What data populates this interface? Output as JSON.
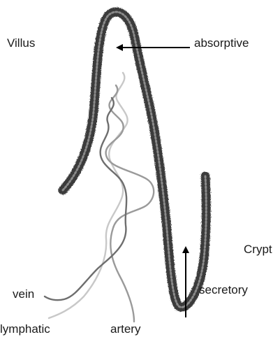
{
  "labels": {
    "villus": "Villus",
    "absorptive": "absorptive",
    "crypt": "Crypt",
    "secretory": "secretory",
    "vein": "vein",
    "lymphatic": "lymphatic",
    "artery": "artery"
  },
  "colors": {
    "epithelium": "#3a3a3a",
    "vein": "#6e6e6e",
    "artery": "#9a9a9a",
    "lymphatic": "#c8c8c8",
    "arrow": "#000000"
  }
}
